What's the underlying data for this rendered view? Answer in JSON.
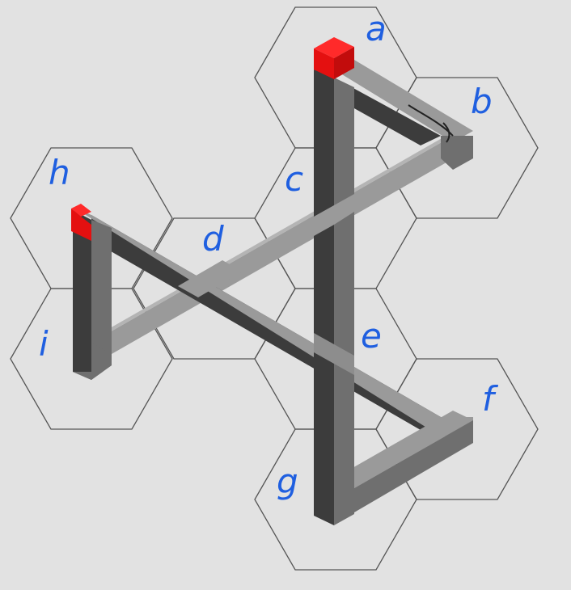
{
  "labels": {
    "a": "a",
    "b": "b",
    "c": "c",
    "d": "d",
    "e": "e",
    "f": "f",
    "g": "g",
    "h": "h",
    "i": "i"
  },
  "colors": {
    "background": "#e2e2e2",
    "hex_outline": "#555555",
    "beam_light": "#9a9a9a",
    "beam_mid": "#6f6f6f",
    "beam_dark": "#3c3c3c",
    "marker": "#e41010",
    "handwriting": "#1f5fe0",
    "arrow": "#222222"
  },
  "markers": [
    "red-cube-top",
    "red-cube-left"
  ]
}
